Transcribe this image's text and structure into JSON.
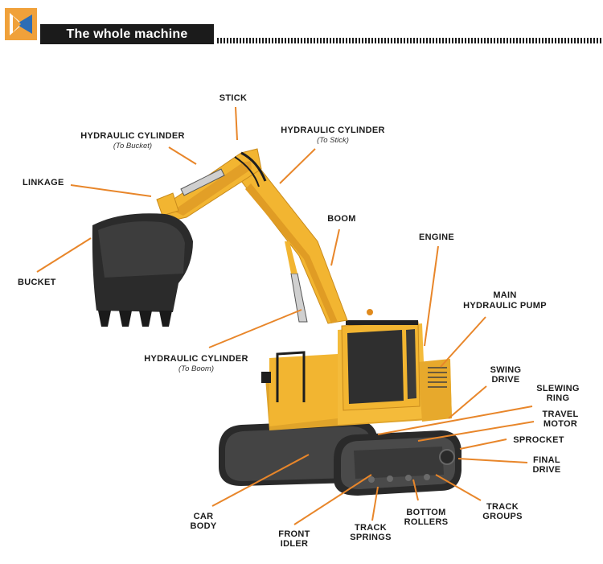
{
  "header": {
    "title": "The whole machine diagram",
    "logo_icon": "brand-logo-icon"
  },
  "colors": {
    "accent": "#f0a13a",
    "leader": "#e8862a",
    "machine_yellow": "#f2b531",
    "dark": "#1b1b1b"
  },
  "labels": {
    "stick": "STICK",
    "hyd_bucket": "HYDRAULIC CYLINDER",
    "hyd_bucket_sub": "(To Bucket)",
    "hyd_stick": "HYDRAULIC CYLINDER",
    "hyd_stick_sub": "(To Stick)",
    "linkage": "LINKAGE",
    "bucket": "BUCKET",
    "boom": "BOOM",
    "engine": "ENGINE",
    "main_pump_1": "MAIN",
    "main_pump_2": "HYDRAULIC PUMP",
    "hyd_boom": "HYDRAULIC CYLINDER",
    "hyd_boom_sub": "(To Boom)",
    "swing_1": "SWING",
    "swing_2": "DRIVE",
    "slewing_1": "SLEWING",
    "slewing_2": "RING",
    "travel_1": "TRAVEL",
    "travel_2": "MOTOR",
    "sprocket": "SPROCKET",
    "final_1": "FINAL",
    "final_2": "DRIVE",
    "groups_1": "TRACK",
    "groups_2": "GROUPS",
    "rollers_1": "BOTTOM",
    "rollers_2": "ROLLERS",
    "springs_1": "TRACK",
    "springs_2": "SPRINGS",
    "idler_1": "FRONT",
    "idler_2": "IDLER",
    "car_1": "CAR",
    "car_2": "BODY"
  }
}
